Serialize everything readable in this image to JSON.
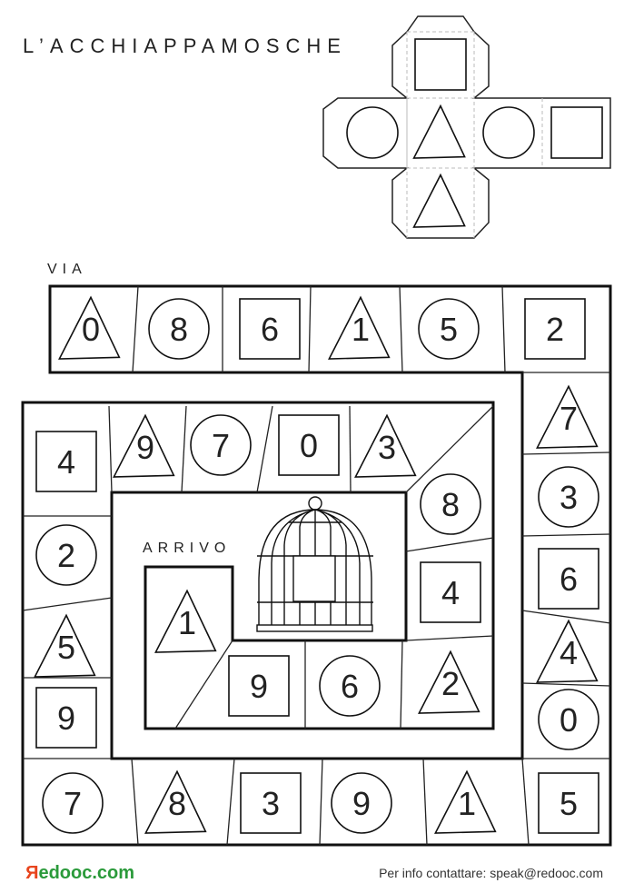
{
  "title": "L’ACCHIAPPAMOSCHE",
  "start_label": "VIA",
  "finish_label": "ARRIVO",
  "footer": {
    "logo_first_letter": "R",
    "logo_rest": "edooc.com",
    "contact": "Per info contattare: speak@redooc.com"
  },
  "cube_net": {
    "faces": [
      "square",
      "circle",
      "triangle",
      "circle",
      "square",
      "triangle"
    ]
  },
  "cells": [
    {
      "shape": "triangle",
      "number": "0"
    },
    {
      "shape": "circle",
      "number": "8"
    },
    {
      "shape": "square",
      "number": "6"
    },
    {
      "shape": "triangle",
      "number": "1"
    },
    {
      "shape": "circle",
      "number": "5"
    },
    {
      "shape": "square",
      "number": "2"
    },
    {
      "shape": "triangle",
      "number": "7"
    },
    {
      "shape": "circle",
      "number": "3"
    },
    {
      "shape": "square",
      "number": "6"
    },
    {
      "shape": "triangle",
      "number": "4"
    },
    {
      "shape": "circle",
      "number": "0"
    },
    {
      "shape": "square",
      "number": "5"
    },
    {
      "shape": "triangle",
      "number": "1"
    },
    {
      "shape": "circle",
      "number": "9"
    },
    {
      "shape": "square",
      "number": "3"
    },
    {
      "shape": "triangle",
      "number": "8"
    },
    {
      "shape": "circle",
      "number": "7"
    },
    {
      "shape": "square",
      "number": "9"
    },
    {
      "shape": "triangle",
      "number": "5"
    },
    {
      "shape": "circle",
      "number": "2"
    },
    {
      "shape": "square",
      "number": "4"
    },
    {
      "shape": "triangle",
      "number": "9"
    },
    {
      "shape": "circle",
      "number": "7"
    },
    {
      "shape": "square",
      "number": "0"
    },
    {
      "shape": "triangle",
      "number": "3"
    },
    {
      "shape": "circle",
      "number": "8"
    },
    {
      "shape": "square",
      "number": "4"
    },
    {
      "shape": "triangle",
      "number": "2"
    },
    {
      "shape": "circle",
      "number": "6"
    },
    {
      "shape": "square",
      "number": "9"
    },
    {
      "shape": "triangle",
      "number": "1"
    }
  ]
}
